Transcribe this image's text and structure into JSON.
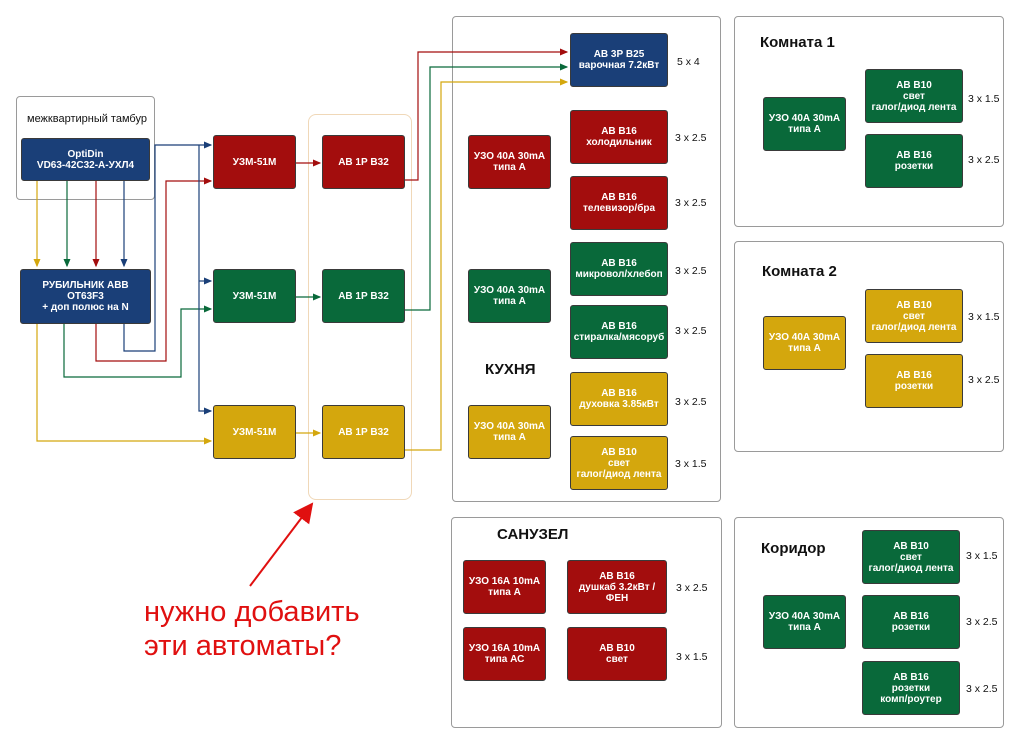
{
  "entrance": {
    "title": "межквартирный тамбур",
    "optidin": [
      "OptiDin",
      "VD63-42C32-A-УХЛ4"
    ]
  },
  "switch": [
    "РУБИЛЬНИК  ABB",
    "OT63F3",
    "+ доп полюс на N"
  ],
  "uzm": [
    "УЗМ-51М",
    "УЗМ-51М",
    "УЗМ-51М"
  ],
  "main_breakers": [
    "АВ 1Р В32",
    "АВ 1Р В32",
    "АВ 1Р В32"
  ],
  "question": [
    "нужно добавить",
    "эти автоматы?"
  ],
  "kitchen": {
    "title": "КУХНЯ",
    "stove": {
      "label": [
        "АВ 3Р В25",
        "варочная 7.2кВт"
      ],
      "cable": "5 х 4"
    },
    "rcd": [
      [
        "УЗО 40А 30mA",
        "типа А"
      ],
      [
        "УЗО 40А 30mA",
        "типа А"
      ],
      [
        "УЗО 40А 30mA",
        "типа А"
      ]
    ],
    "breakers": [
      {
        "label": [
          "АВ В16",
          "холодильник"
        ],
        "cable": "3 х 2.5"
      },
      {
        "label": [
          "АВ В16",
          "телевизор/бра"
        ],
        "cable": "3 х 2.5"
      },
      {
        "label": [
          "АВ В16",
          "микровол/хлебоп"
        ],
        "cable": "3 х 2.5"
      },
      {
        "label": [
          "АВ В16",
          "стиралка/мясоруб"
        ],
        "cable": "3 х 2.5"
      },
      {
        "label": [
          "АВ В16",
          "духовка 3.85кВт"
        ],
        "cable": "3 х 2.5"
      },
      {
        "label": [
          "АВ В10",
          "свет",
          "галог/диод лента"
        ],
        "cable": "3 х 1.5"
      }
    ]
  },
  "room1": {
    "title": "Комната 1",
    "rcd": [
      "УЗО 40А 30mA",
      "типа А"
    ],
    "breakers": [
      {
        "label": [
          "АВ В10",
          "свет",
          "галог/диод лента"
        ],
        "cable": "3 х 1.5"
      },
      {
        "label": [
          "АВ В16",
          "розетки"
        ],
        "cable": "3 х 2.5"
      }
    ]
  },
  "room2": {
    "title": "Комната 2",
    "rcd": [
      "УЗО 40А 30mA",
      "типа А"
    ],
    "breakers": [
      {
        "label": [
          "АВ В10",
          "свет",
          "галог/диод лента"
        ],
        "cable": "3 х 1.5"
      },
      {
        "label": [
          "АВ В16",
          "розетки"
        ],
        "cable": "3 х 2.5"
      }
    ]
  },
  "bathroom": {
    "title": "САНУЗЕЛ",
    "rcd": [
      [
        "УЗО 16А 10mA",
        "типа А"
      ],
      [
        "УЗО 16А 10mA",
        "типа АС"
      ]
    ],
    "breakers": [
      {
        "label": [
          "АВ В16",
          "душкаб 3.2кВт / ФЕН"
        ],
        "cable": "3 х 2.5"
      },
      {
        "label": [
          "АВ В10",
          "свет"
        ],
        "cable": "3 х 1.5"
      }
    ]
  },
  "corridor": {
    "title": "Коридор",
    "rcd": [
      "УЗО 40А 30mA",
      "типа А"
    ],
    "breakers": [
      {
        "label": [
          "АВ В10",
          "свет",
          "галог/диод лента"
        ],
        "cable": "3 х 1.5"
      },
      {
        "label": [
          "АВ В16",
          "розетки"
        ],
        "cable": "3 х 2.5"
      },
      {
        "label": [
          "АВ В16",
          "розетки",
          "комп/роутер"
        ],
        "cable": "3 х 2.5"
      }
    ]
  },
  "colors": {
    "phase_red": "#a30d0d",
    "phase_green": "#09693a",
    "phase_yellow": "#d4a70d",
    "neutral_blue": "#1a3f78",
    "annotation": "#e01010"
  }
}
